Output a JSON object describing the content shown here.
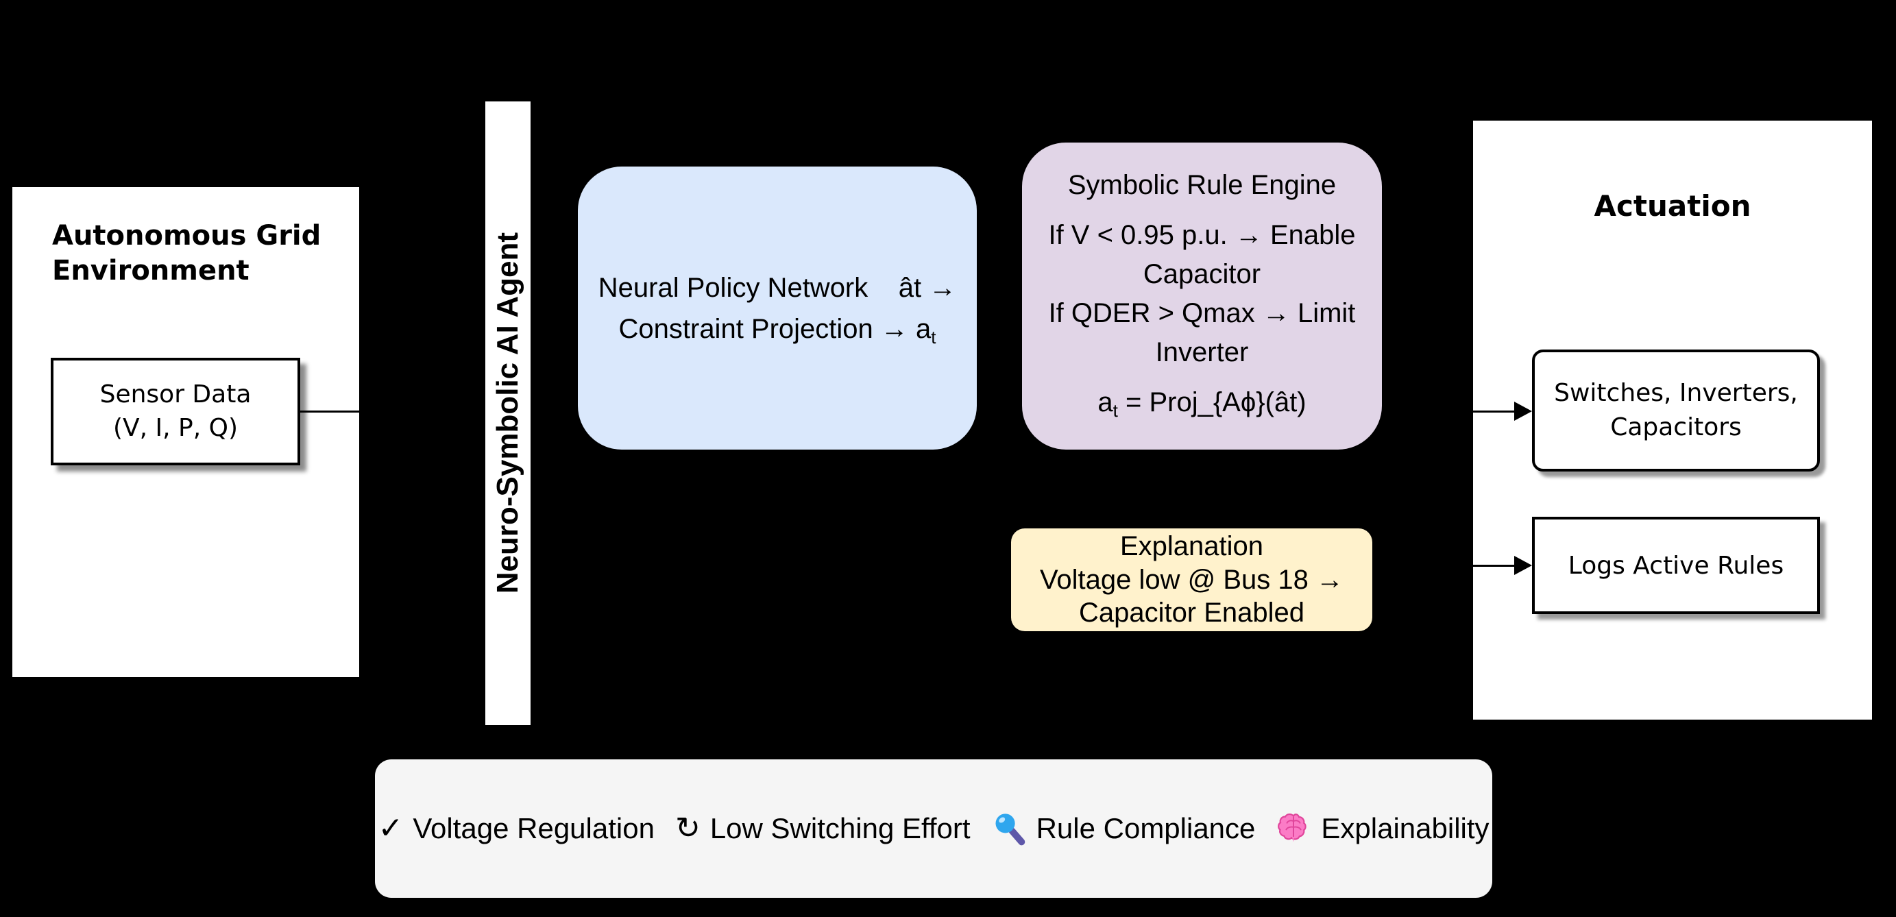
{
  "colors": {
    "background": "#000000",
    "panel": "#ffffff",
    "stroke": "#000000",
    "neural_fill": "#dae8fc",
    "symbolic_fill": "#e1d5e7",
    "explanation_fill": "#fff2cc",
    "objectives_fill": "#f5f5f5",
    "magnifier_lens": "#2fa6ee",
    "magnifier_handle": "#5e57a9",
    "brain_fill": "#fb7cc6",
    "brain_stroke": "#e0459b"
  },
  "environment_panel": {
    "title": "Autonomous Grid Environment",
    "sensor_box": {
      "lines": [
        "Sensor Data",
        "(V, I, P, Q)"
      ]
    }
  },
  "agent_bar": {
    "label": "Neuro-Symbolic AI Agent"
  },
  "neural_box": {
    "line1": "Neural Policy Network    ât →",
    "line2_main": "Constraint Projection → a",
    "line2_sub": "t"
  },
  "symbolic_box": {
    "title": "Symbolic Rule Engine",
    "rule_lines": [
      "If V < 0.95 p.u. → Enable",
      "Capacitor",
      "If QDER > Qmax → Limit",
      "Inverter"
    ],
    "formula_var": "a",
    "formula_sub": "t",
    "formula_rest": " = Proj_{Aϕ}(ât)"
  },
  "explanation_box": {
    "lines": [
      "Explanation",
      "Voltage low @ Bus 18 →",
      "Capacitor Enabled"
    ]
  },
  "actuation_panel": {
    "title": "Actuation",
    "targets_box": {
      "lines": [
        "Switches, Inverters,",
        "Capacitors"
      ]
    },
    "logs_box": {
      "label": "Logs Active Rules"
    }
  },
  "objectives_bar": {
    "items": [
      {
        "icon": "check-icon",
        "glyph": "✓",
        "label": "Voltage Regulation"
      },
      {
        "icon": "cycle-icon",
        "glyph": "↻",
        "label": "Low Switching Effort"
      },
      {
        "icon": "magnifier-icon",
        "label": "Rule Compliance"
      },
      {
        "icon": "brain-icon",
        "label": "Explainability"
      }
    ]
  }
}
